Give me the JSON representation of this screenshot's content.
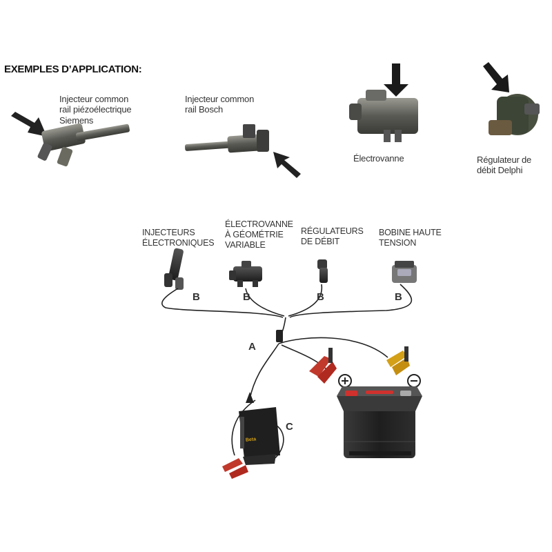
{
  "heading": "EXEMPLES D’APPLICATION:",
  "examples": [
    {
      "caption": "Injecteur common\nrail piézoélectrique\nSiemens",
      "icon": "piezo-injector-icon"
    },
    {
      "caption": "Injecteur common\nrail Bosch",
      "icon": "bosch-injector-icon"
    },
    {
      "caption": "Électrovanne",
      "icon": "solenoid-valve-icon"
    },
    {
      "caption": "Régulateur de\ndébit Delphi",
      "icon": "delphi-regulator-icon"
    }
  ],
  "components": [
    {
      "label": "INJECTEURS\nÉLECTRONIQUES",
      "connector": "B"
    },
    {
      "label": "ÉLECTROVANNE\nÀ GÉOMÉTRIE\nVARIABLE",
      "connector": "B"
    },
    {
      "label": "RÉGULATEURS\nDE DÉBIT",
      "connector": "B"
    },
    {
      "label": "BOBINE HAUTE\nTENSION",
      "connector": "B"
    }
  ],
  "cable_labels": {
    "main": "A",
    "clamp": "C"
  },
  "tester": {
    "brand": "Beta"
  },
  "battery": {
    "positive": "+",
    "negative": "−"
  },
  "colors": {
    "clip_red": "#c0392b",
    "clip_yellow": "#d4a017",
    "battery_body": "#2b2b2b",
    "battery_red": "#d0312d"
  }
}
